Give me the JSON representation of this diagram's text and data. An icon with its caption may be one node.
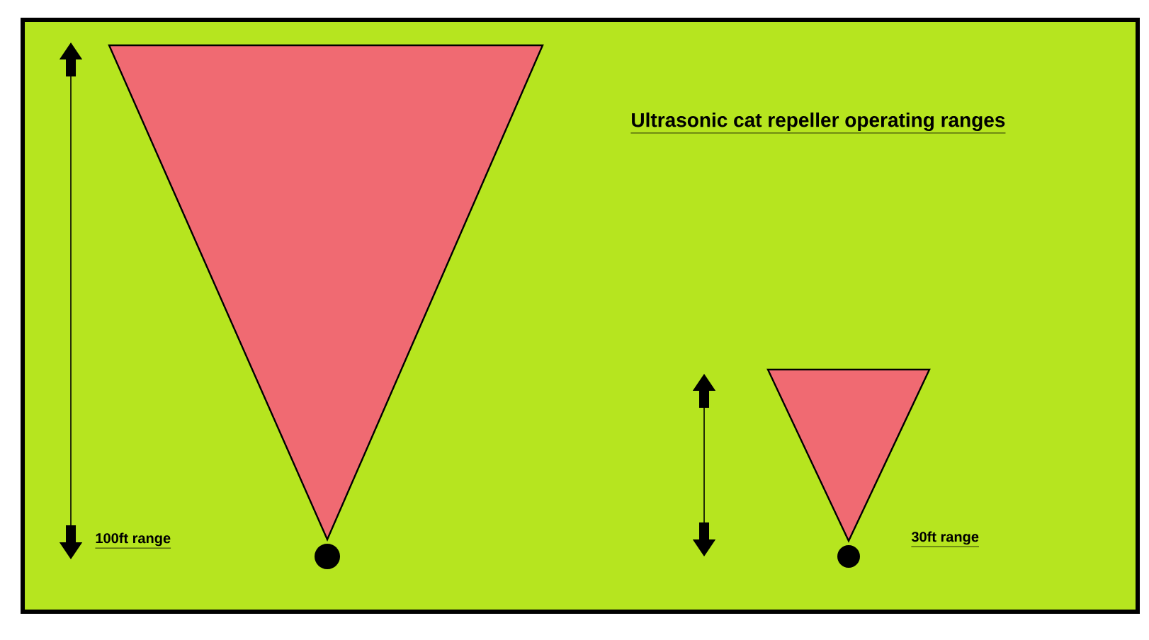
{
  "diagram": {
    "title": "Ultrasonic cat repeller operating ranges",
    "nodes": [
      {
        "text": [],
        "shape": "triangle"
      },
      {
        "text": [],
        "shape": "triangle"
      }
    ],
    "labels": [
      "100ft range",
      "30ft range"
    ]
  }
}
